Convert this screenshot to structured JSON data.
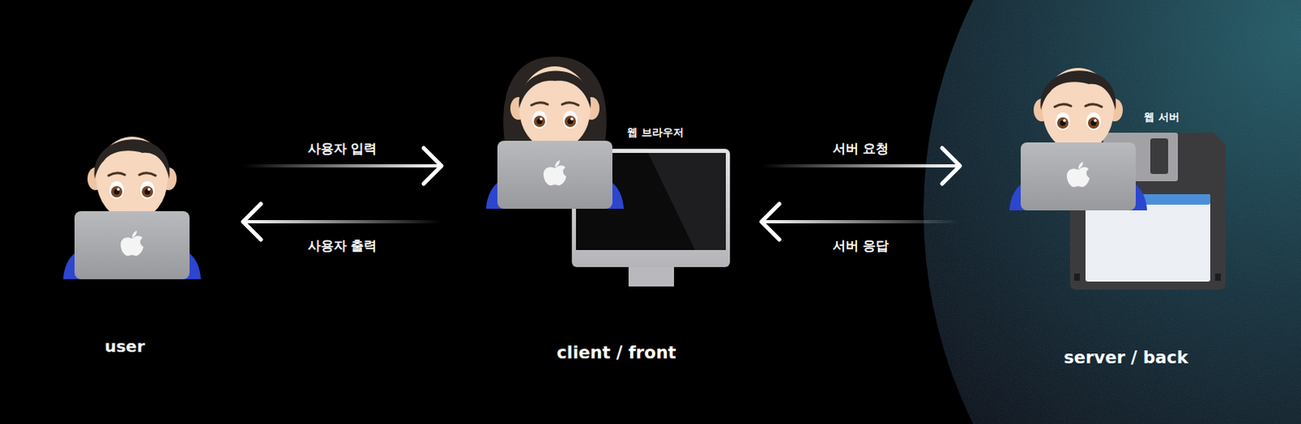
{
  "diagram": {
    "nodes": [
      {
        "text": [
          "user"
        ]
      },
      {
        "text": [
          "웹 브라우저",
          "client / front"
        ]
      },
      {
        "text": [
          "웹 서버",
          "server / back"
        ]
      }
    ],
    "edges": [
      {
        "from": 0,
        "to": 1,
        "label": "사용자 입력",
        "arrow": "to"
      },
      {
        "from": 1,
        "to": 0,
        "label": "사용자 출력",
        "arrow": "to"
      },
      {
        "from": 1,
        "to": 2,
        "label": "서버 요청",
        "arrow": "to"
      },
      {
        "from": 2,
        "to": 1,
        "label": "서버 응답",
        "arrow": "to"
      }
    ]
  }
}
